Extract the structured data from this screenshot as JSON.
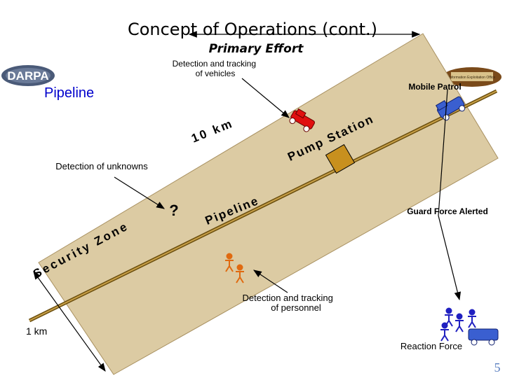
{
  "title": "Concept of Operations (cont.)",
  "subtitle": "Primary Effort",
  "logos": {
    "darpa": "DARPA",
    "ipto": "Information Exploitation Office"
  },
  "labels": {
    "pipeline_heading": "Pipeline",
    "detect_vehicles": [
      "Detection and tracking",
      "of vehicles"
    ],
    "mobile_patrol": "Mobile Patrol",
    "ten_km": "10 km",
    "pump_station": "Pump Station",
    "detect_unknowns": "Detection of unknowns",
    "unknown_mark": "?",
    "pipeline_curved": "Pipeline",
    "guard_force": "Guard Force Alerted",
    "security_zone": "Security Zone",
    "detect_personnel": [
      "Detection and tracking",
      "of personnel"
    ],
    "one_km": "1 km",
    "reaction_force": "Reaction Force",
    "page_number": "5"
  },
  "colors": {
    "zone_fill": "#dccba3",
    "pipe_line": "#8b6914",
    "vehicle_red": "#e01010",
    "patrol_blue": "#3a5fd0",
    "pump_fill": "#c8901e",
    "personnel_orange": "#e06a10",
    "reaction_blue": "#2020c0",
    "page_num": "#5a7fc0"
  }
}
